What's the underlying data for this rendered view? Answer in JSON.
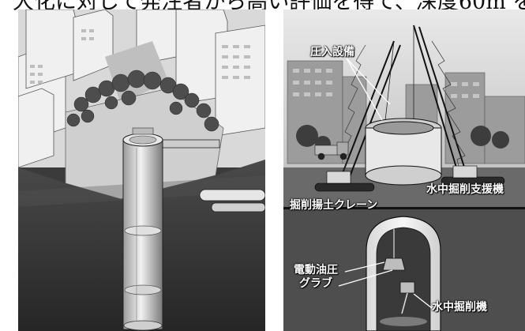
{
  "caption": {
    "text": "大化に対して発注者から高い評価を得て、深度60m を"
  },
  "left_panel": {
    "image_description_icon": "shaft-cutaway-illustration"
  },
  "right_panel": {
    "labels": {
      "press_in_equipment": "圧入設備",
      "excavation_crane": "掘削揚土クレーン",
      "underwater_support": "水中掘削支援機",
      "electric_grab_line1": "電動油圧",
      "electric_grab_line2": "グラブ",
      "underwater_excavator": "水中掘削機"
    }
  },
  "colors": {
    "ground": "#3a3a3a",
    "sky_light": "#e6e6e6",
    "building": "#d8d8d8",
    "tree": "#5a5a5a",
    "label_text": "#ffffff"
  }
}
